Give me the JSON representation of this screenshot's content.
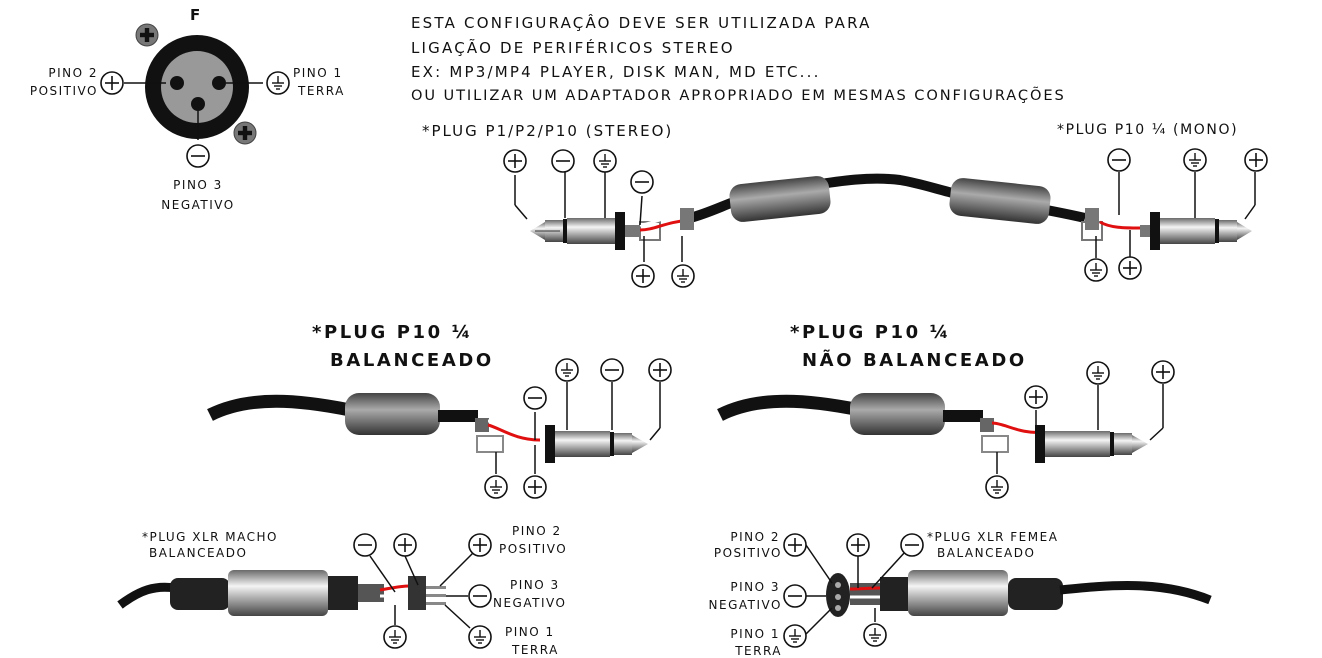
{
  "xlr_pinout": {
    "gender_label": "F",
    "pin2": [
      "PINO 2",
      "POSITIVO"
    ],
    "pin1": [
      "PINO 1",
      "TERRA"
    ],
    "pin3": [
      "PINO 3",
      "NEGATIVO"
    ]
  },
  "intro_lines": [
    "ESTA CONFIGURAÇÂO DEVE SER UTILIZADA PARA",
    "LIGAÇÃO DE PERIFÉRICOS STEREO",
    "EX: MP3/MP4 PLAYER, DISK MAN, MD ETC...",
    "OU UTILIZAR UM ADAPTADOR APROPRIADO EM MESMAS CONFIGURAÇÕES"
  ],
  "stereo_cable": {
    "left_label": "*PLUG P1/P2/P10 (STEREO)",
    "right_label": "*PLUG P10 ¼ (MONO)"
  },
  "balanced_plug": {
    "line1": "*PLUG P10 ¼",
    "line2": "BALANCEADO"
  },
  "unbalanced_plug": {
    "line1": "*PLUG P10 ¼",
    "line2": "NÃO BALANCEADO"
  },
  "xlr_male": {
    "line1": "*PLUG XLR MACHO",
    "line2": "BALANCEADO",
    "pin2": [
      "PINO 2",
      "POSITIVO"
    ],
    "pin3": [
      "PINO 3",
      "NEGATIVO"
    ],
    "pin1": [
      "PINO 1",
      "TERRA"
    ]
  },
  "xlr_female": {
    "line1": "*PLUG XLR FEMEA",
    "line2": "BALANCEADO",
    "pin2": [
      "PINO 2",
      "POSITIVO"
    ],
    "pin3": [
      "PINO 3",
      "NEGATIVO"
    ],
    "pin1": [
      "PINO 1",
      "TERRA"
    ]
  },
  "colors": {
    "wire_red": "#e01010",
    "wire_white": "#ffffff",
    "shield": "#888888",
    "metal": "#b5b5b5",
    "cable": "#111111"
  },
  "icons": [
    "plus-symbol-icon",
    "minus-symbol-icon",
    "ground-symbol-icon"
  ]
}
